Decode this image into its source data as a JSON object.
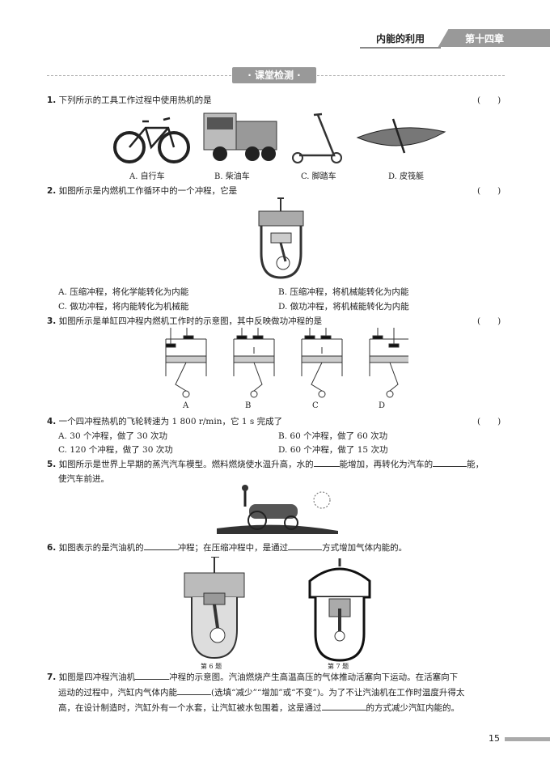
{
  "header": {
    "section": "内能的利用",
    "chapter": "第十四章"
  },
  "section_title": "· 课堂检测 ·",
  "answer_paren": "(　　)",
  "questions": {
    "q1": {
      "num": "1.",
      "text": "下列所示的工具工作过程中使用热机的是",
      "options": [
        "A. 自行车",
        "B. 柴油车",
        "C. 脚踏车",
        "D. 皮筏艇"
      ]
    },
    "q2": {
      "num": "2.",
      "text": "如图所示是内燃机工作循环中的一个冲程，它是",
      "options": [
        "A. 压缩冲程，将化学能转化为内能",
        "B. 压缩冲程，将机械能转化为内能",
        "C. 做功冲程，将内能转化为机械能",
        "D. 做功冲程，将机械能转化为内能"
      ]
    },
    "q3": {
      "num": "3.",
      "text": "如图所示是单缸四冲程内燃机工作时的示意图，其中反映做功冲程的是",
      "labels": [
        "A",
        "B",
        "C",
        "D"
      ]
    },
    "q4": {
      "num": "4.",
      "text": "一个四冲程热机的飞轮转速为 1 800 r/min，它 1 s 完成了",
      "options": [
        "A. 30 个冲程，做了 30 次功",
        "B. 60 个冲程，做了 60 次功",
        "C. 120 个冲程，做了 30 次功",
        "D. 60 个冲程，做了 15 次功"
      ]
    },
    "q5": {
      "num": "5.",
      "t1": "如图所示是世界上早期的蒸汽汽车模型。燃料燃烧使水温升高，水的",
      "t2": "能增加，再转化为汽车的",
      "t3": "能，",
      "t4": "使汽车前进。"
    },
    "q6": {
      "num": "6.",
      "t1": "如图表示的是汽油机的",
      "t2": "冲程；在压缩冲程中，是通过",
      "t3": "方式增加气体内能的。",
      "cap6": "第 6 题",
      "cap7": "第 7 题"
    },
    "q7": {
      "num": "7.",
      "t1": "如图是四冲程汽油机",
      "t2": "冲程的示意图。汽油燃烧产生高温高压的气体推动活塞向下运动。在活塞向下",
      "t3": "运动的过程中，汽缸内气体内能",
      "t4": "(选填“减少”“增加”或“不变”)。为了不让汽油机在工作时温度升得太",
      "t5": "高，在设计制造时，汽缸外有一个水套，让汽缸被水包围着，这是通过",
      "t6": "的方式减少汽缸内能的。"
    }
  },
  "page_number": "15"
}
